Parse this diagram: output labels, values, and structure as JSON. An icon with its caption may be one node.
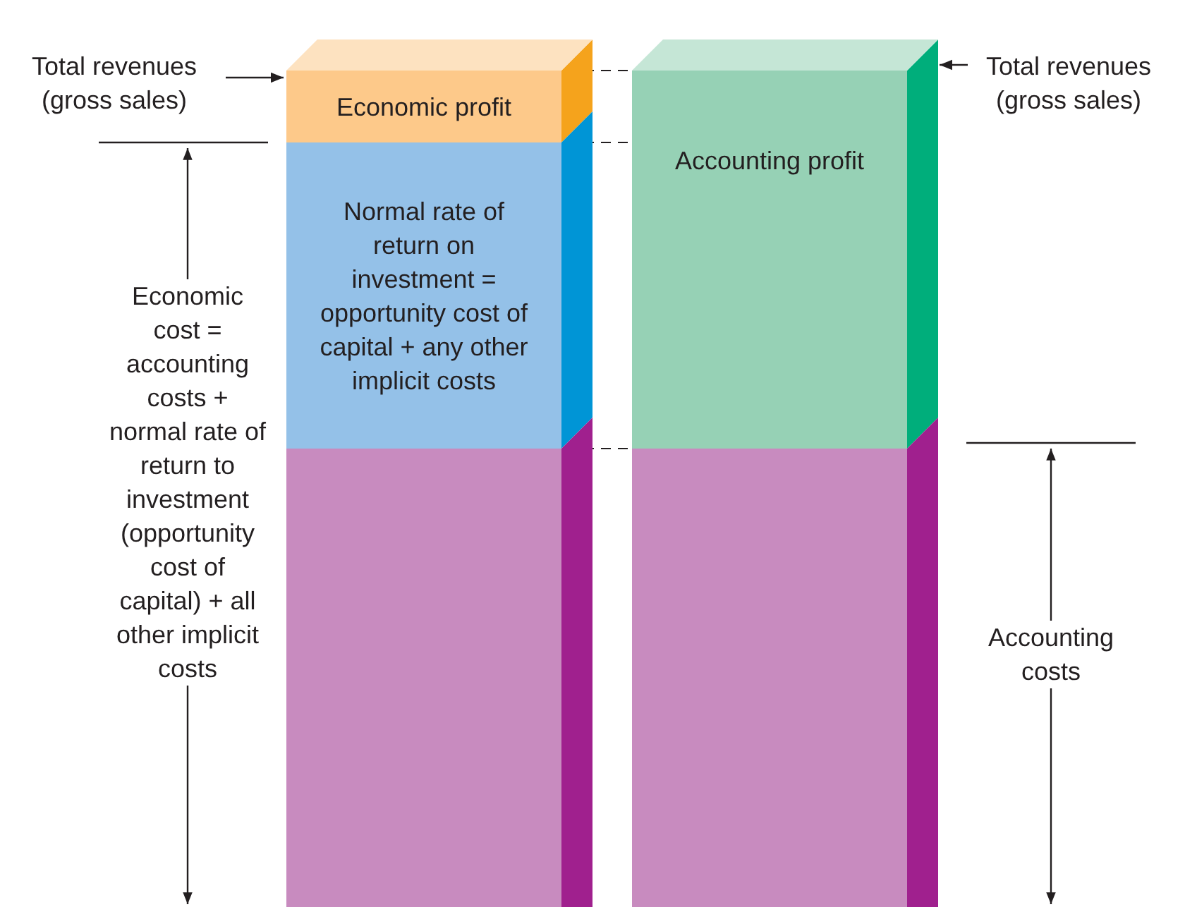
{
  "diagram": {
    "nodes": [
      {
        "text": [
          "Total revenues (gross sales)"
        ]
      },
      {
        "text": [
          "Economic profit"
        ]
      },
      {
        "text": [
          "Normal rate of return on investment = opportunity cost of capital + any other implicit costs"
        ]
      },
      {
        "text": [],
        "shape": "bar"
      },
      {
        "text": [
          "Accounting profit"
        ]
      },
      {
        "text": [],
        "shape": "bar"
      },
      {
        "text": [
          "Total revenues (gross sales)"
        ]
      }
    ],
    "edges": [
      {
        "from": 0,
        "to": 1,
        "arrow": "to"
      },
      {
        "from": 6,
        "to": 4,
        "arrow": "to"
      }
    ],
    "labels": [
      "Economic cost = accounting costs + normal rate of return to investment (opportunity cost of capital) + all other implicit costs",
      "Accounting costs"
    ]
  }
}
